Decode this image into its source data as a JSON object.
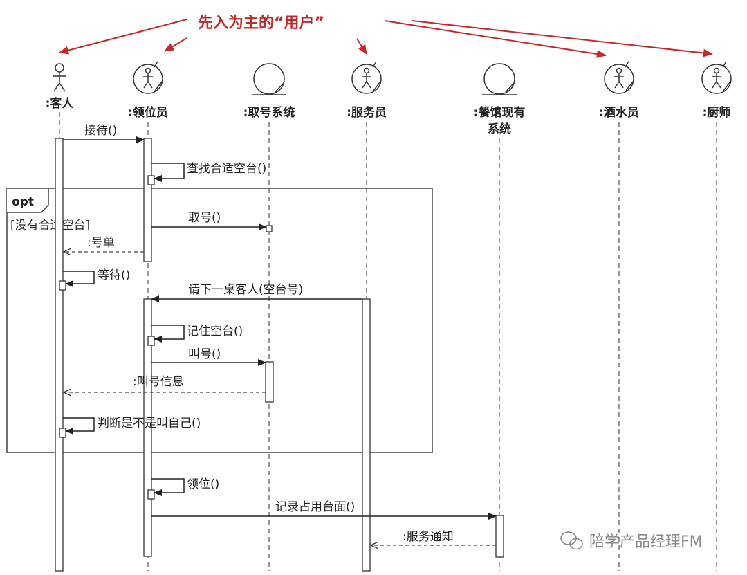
{
  "annotation": {
    "text": "先入为主的“用户”",
    "color": "#c62828"
  },
  "participants": [
    {
      "id": "customer",
      "label": ":客人",
      "kind": "actor"
    },
    {
      "id": "host",
      "label": ":领位员",
      "kind": "actor-circle"
    },
    {
      "id": "ticket_system",
      "label": ":取号系统",
      "kind": "entity-circle"
    },
    {
      "id": "waiter",
      "label": ":服务员",
      "kind": "actor-circle"
    },
    {
      "id": "restaurant_system",
      "label": ":餐馆现有系统",
      "label_lines": [
        ":餐馆现有",
        "系统"
      ],
      "kind": "entity-circle"
    },
    {
      "id": "bartender",
      "label": ":酒水员",
      "kind": "actor-circle"
    },
    {
      "id": "chef",
      "label": ":厨师",
      "kind": "actor-circle"
    }
  ],
  "fragment": {
    "operator": "opt",
    "guard": "[没有合适空台]"
  },
  "messages": [
    {
      "label": "接待()",
      "from": "customer",
      "to": "host",
      "type": "sync"
    },
    {
      "label": "查找合适空台()",
      "from": "host",
      "to": "host",
      "type": "self"
    },
    {
      "label": "取号()",
      "from": "host",
      "to": "ticket_system",
      "type": "sync"
    },
    {
      "label": ":号单",
      "from": "host",
      "to": "customer",
      "type": "return"
    },
    {
      "label": "等待()",
      "from": "customer",
      "to": "customer",
      "type": "self"
    },
    {
      "label": "请下一桌客人(空台号)",
      "from": "waiter",
      "to": "host",
      "type": "sync"
    },
    {
      "label": "记住空台()",
      "from": "host",
      "to": "host",
      "type": "self"
    },
    {
      "label": "叫号()",
      "from": "host",
      "to": "ticket_system",
      "type": "sync"
    },
    {
      "label": ":叫号信息",
      "from": "ticket_system",
      "to": "customer",
      "type": "return"
    },
    {
      "label": "判断是不是叫自己()",
      "from": "customer",
      "to": "customer",
      "type": "self"
    },
    {
      "label": "领位()",
      "from": "host",
      "to": "host",
      "type": "self"
    },
    {
      "label": "记录占用台面()",
      "from": "host",
      "to": "restaurant_system",
      "type": "sync"
    },
    {
      "label": ":服务通知",
      "from": "restaurant_system",
      "to": "waiter",
      "type": "return"
    }
  ],
  "watermark": {
    "icon": "wechat-icon",
    "text": "陪学产品经理FM"
  }
}
